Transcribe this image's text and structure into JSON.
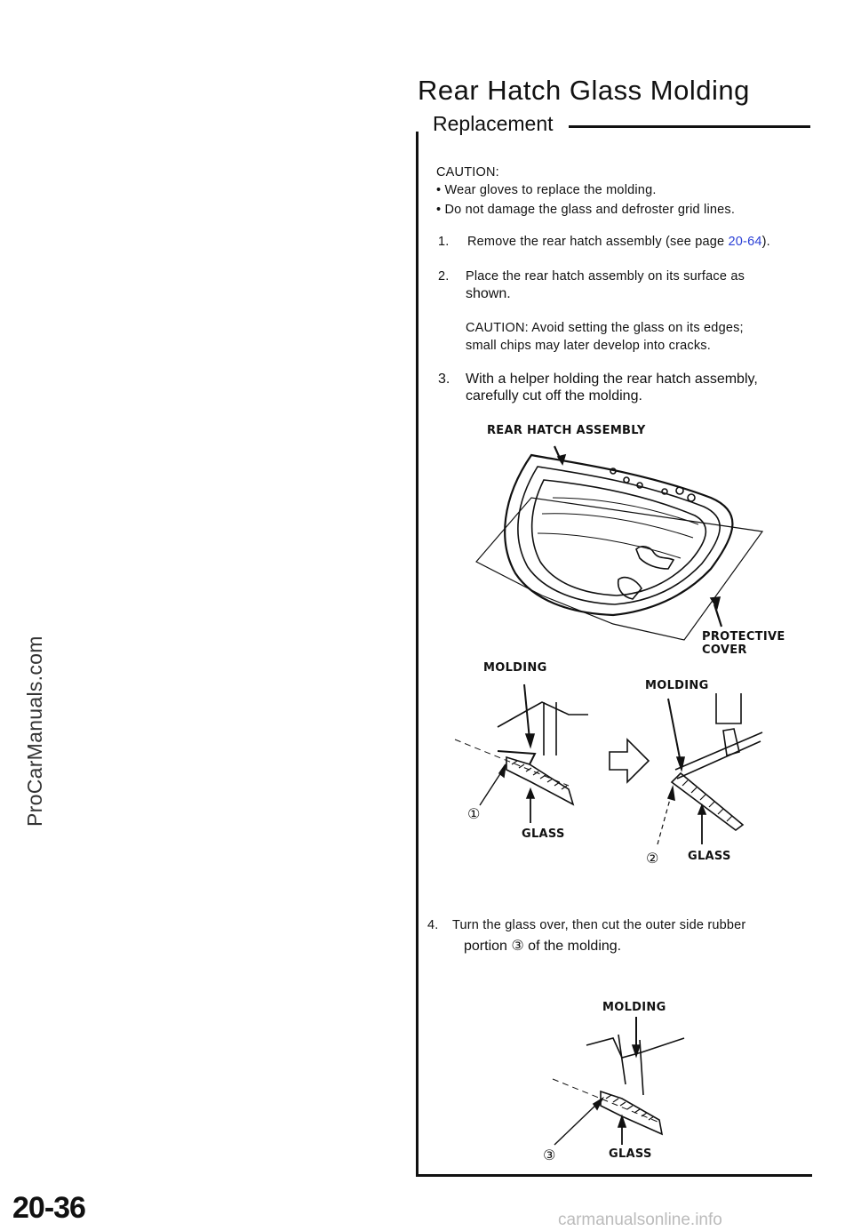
{
  "header": {
    "title": "Rear Hatch Glass Molding",
    "subtitle": "Replacement"
  },
  "caution": {
    "heading": "CAUTION:",
    "bullet1": "• Wear gloves to replace the molding.",
    "bullet2": "• Do not damage the glass and defroster grid lines."
  },
  "steps": {
    "s1_num": "1.",
    "s1_text_a": "Remove the rear hatch assembly (see page ",
    "s1_link": "20-64",
    "s1_text_b": ").",
    "s2_num": "2.",
    "s2_line1": "Place the rear hatch assembly on its surface as",
    "s2_line2": "shown.",
    "s2_caution1": "CAUTION: Avoid setting the glass on its edges;",
    "s2_caution2": "small chips may later develop into cracks.",
    "s3_num": "3.",
    "s3_line1": "With a helper holding the rear hatch assembly,",
    "s3_line2": "carefully cut off the molding.",
    "s4_num": "4.",
    "s4_line1": "Turn the glass over, then cut the outer side rubber",
    "s4_line2a": "portion ",
    "s4_line2b": " of the molding."
  },
  "figure1": {
    "label_assembly": "REAR HATCH ASSEMBLY",
    "label_cover1": "PROTECTIVE",
    "label_cover2": "COVER"
  },
  "figure2": {
    "label_molding_left": "MOLDING",
    "label_molding_right": "MOLDING",
    "label_glass_left": "GLASS",
    "label_glass_right": "GLASS",
    "callout1": "①",
    "callout2": "②"
  },
  "figure3": {
    "label_molding": "MOLDING",
    "label_glass": "GLASS",
    "callout3": "③"
  },
  "callout_inline": "③",
  "sidebar": {
    "watermark": "ProCarManuals.com"
  },
  "footer": {
    "page_number": "20-36",
    "site": "carmanualsonline.info"
  }
}
